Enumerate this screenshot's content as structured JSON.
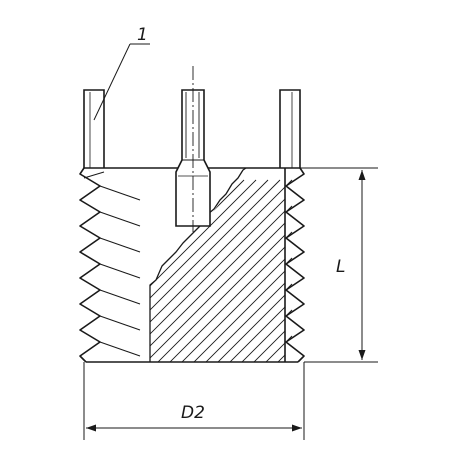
{
  "drawing": {
    "callout_number": "1",
    "dimension_length": "L",
    "dimension_diameter": "D2"
  },
  "colors": {
    "line": "#1a1a1a",
    "background": "#ffffff"
  }
}
